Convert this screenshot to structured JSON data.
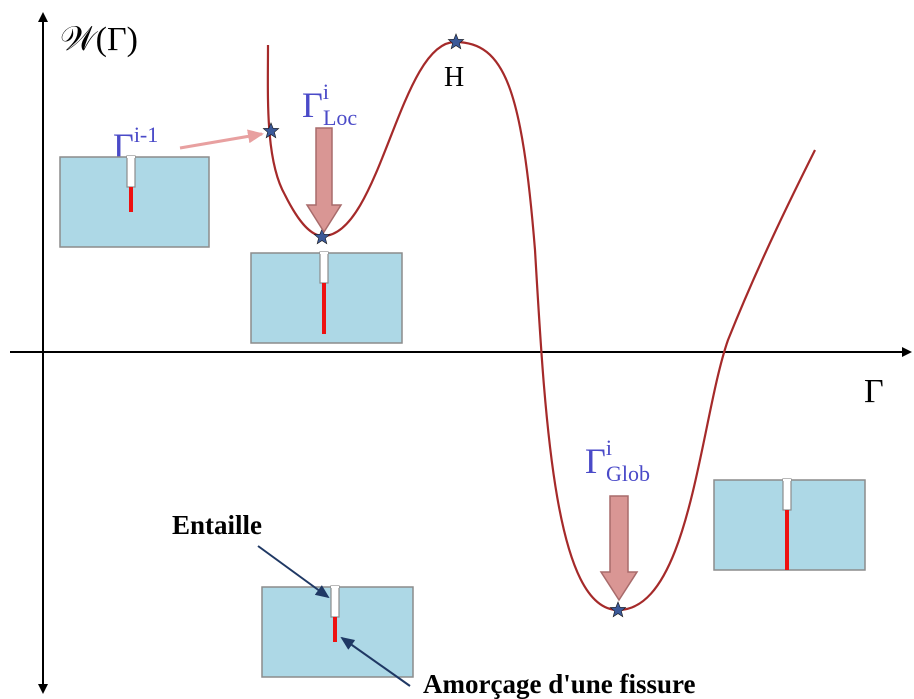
{
  "axes": {
    "y_label": "𝒲(Γ)",
    "x_label": "Γ"
  },
  "points": {
    "prev": {
      "base": "Γ",
      "sup": "i-1",
      "sub": ""
    },
    "local": {
      "base": "Γ",
      "sup": "i",
      "sub": "Loc"
    },
    "hill": {
      "label": "H"
    },
    "global": {
      "base": "Γ",
      "sup": "i",
      "sub": "Glob"
    }
  },
  "annotations": {
    "notch": "Entaille",
    "crack": "Amorçage d'une fissure"
  },
  "colors": {
    "curve": "#a52a2a",
    "label_blue": "#4a4ac8",
    "block_fill": "#add8e6",
    "block_stroke": "#8c8c8c",
    "crack": "#ee1111",
    "big_arrow": "#d99694",
    "big_arrow_stroke": "#a86b6b",
    "pointer_arrow": "#e8a0a0",
    "navy_arrow": "#1f3864",
    "star": "#3b5998"
  }
}
